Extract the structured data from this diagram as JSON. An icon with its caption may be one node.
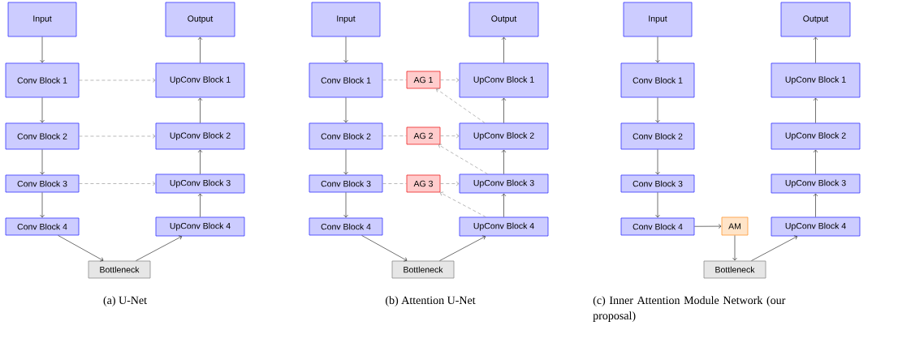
{
  "diagram": {
    "nodes": [
      {
        "text": [
          "Input"
        ]
      },
      {
        "text": [
          "Conv Block 1"
        ]
      },
      {
        "text": [
          "Conv Block 2"
        ]
      },
      {
        "text": [
          "Conv Block 3"
        ]
      },
      {
        "text": [
          "Conv Block 4"
        ]
      },
      {
        "text": [
          "Output"
        ]
      },
      {
        "text": [
          "UpConv Block 1"
        ]
      },
      {
        "text": [
          "UpConv Block 2"
        ]
      },
      {
        "text": [
          "UpConv Block 3"
        ]
      },
      {
        "text": [
          "UpConv Block 4"
        ]
      },
      {
        "text": [
          "Bottleneck"
        ]
      },
      {
        "text": [
          "Input"
        ]
      },
      {
        "text": [
          "Conv Block 1"
        ]
      },
      {
        "text": [
          "Conv Block 2"
        ]
      },
      {
        "text": [
          "Conv Block 3"
        ]
      },
      {
        "text": [
          "Conv Block 4"
        ]
      },
      {
        "text": [
          "AG 1"
        ]
      },
      {
        "text": [
          "AG 2"
        ]
      },
      {
        "text": [
          "AG 3"
        ]
      },
      {
        "text": [
          "Output"
        ]
      },
      {
        "text": [
          "UpConv Block 1"
        ]
      },
      {
        "text": [
          "UpConv Block 2"
        ]
      },
      {
        "text": [
          "UpConv Block 3"
        ]
      },
      {
        "text": [
          "UpConv Block 4"
        ]
      },
      {
        "text": [
          "Bottleneck"
        ]
      },
      {
        "text": [
          "Input"
        ]
      },
      {
        "text": [
          "Conv Block 1"
        ]
      },
      {
        "text": [
          "Conv Block 2"
        ]
      },
      {
        "text": [
          "Conv Block 3"
        ]
      },
      {
        "text": [
          "Conv Block 4"
        ]
      },
      {
        "text": [
          "AM"
        ]
      },
      {
        "text": [
          "Output"
        ]
      },
      {
        "text": [
          "UpConv Block 1"
        ]
      },
      {
        "text": [
          "UpConv Block 2"
        ]
      },
      {
        "text": [
          "UpConv Block 3"
        ]
      },
      {
        "text": [
          "UpConv Block 4"
        ]
      },
      {
        "text": [
          "Bottleneck"
        ]
      }
    ],
    "edges": [
      {
        "from": 0,
        "to": 1,
        "arrow": "to"
      },
      {
        "from": 1,
        "to": 2,
        "arrow": "to"
      },
      {
        "from": 2,
        "to": 3,
        "arrow": "to"
      },
      {
        "from": 3,
        "to": 4,
        "arrow": "to"
      },
      {
        "from": 4,
        "to": 10,
        "arrow": "to"
      },
      {
        "from": 10,
        "to": 9,
        "arrow": "to"
      },
      {
        "from": 9,
        "to": 8,
        "arrow": "to"
      },
      {
        "from": 8,
        "to": 7,
        "arrow": "to"
      },
      {
        "from": 7,
        "to": 6,
        "arrow": "to"
      },
      {
        "from": 6,
        "to": 5,
        "arrow": "to"
      },
      {
        "from": 1,
        "to": 6,
        "arrow": "to",
        "style": "dashed",
        "color": "#999999"
      },
      {
        "from": 2,
        "to": 7,
        "arrow": "to",
        "style": "dashed",
        "color": "#999999"
      },
      {
        "from": 3,
        "to": 8,
        "arrow": "to",
        "style": "dashed",
        "color": "#999999"
      },
      {
        "from": 11,
        "to": 12,
        "arrow": "to"
      },
      {
        "from": 12,
        "to": 13,
        "arrow": "to"
      },
      {
        "from": 13,
        "to": 14,
        "arrow": "to"
      },
      {
        "from": 14,
        "to": 15,
        "arrow": "to"
      },
      {
        "from": 15,
        "to": 24,
        "arrow": "to"
      },
      {
        "from": 24,
        "to": 23,
        "arrow": "to"
      },
      {
        "from": 23,
        "to": 22,
        "arrow": "to"
      },
      {
        "from": 22,
        "to": 21,
        "arrow": "to"
      },
      {
        "from": 21,
        "to": 20,
        "arrow": "to"
      },
      {
        "from": 20,
        "to": 19,
        "arrow": "to"
      },
      {
        "from": 12,
        "to": 16,
        "arrow": "none",
        "style": "dashed",
        "color": "#999999"
      },
      {
        "from": 16,
        "to": 20,
        "arrow": "to",
        "style": "dashed",
        "color": "#999999"
      },
      {
        "from": 21,
        "to": 16,
        "arrow": "to",
        "style": "dashed",
        "color": "#999999"
      },
      {
        "from": 13,
        "to": 17,
        "arrow": "none",
        "style": "dashed",
        "color": "#999999"
      },
      {
        "from": 17,
        "to": 21,
        "arrow": "to",
        "style": "dashed",
        "color": "#999999"
      },
      {
        "from": 22,
        "to": 17,
        "arrow": "to",
        "style": "dashed",
        "color": "#999999"
      },
      {
        "from": 14,
        "to": 18,
        "arrow": "none",
        "style": "dashed",
        "color": "#999999"
      },
      {
        "from": 18,
        "to": 22,
        "arrow": "to",
        "style": "dashed",
        "color": "#999999"
      },
      {
        "from": 23,
        "to": 18,
        "arrow": "to",
        "style": "dashed",
        "color": "#999999"
      },
      {
        "from": 25,
        "to": 26,
        "arrow": "to"
      },
      {
        "from": 26,
        "to": 27,
        "arrow": "to"
      },
      {
        "from": 27,
        "to": 28,
        "arrow": "to"
      },
      {
        "from": 28,
        "to": 29,
        "arrow": "to"
      },
      {
        "from": 29,
        "to": 30,
        "arrow": "to"
      },
      {
        "from": 30,
        "to": 36,
        "arrow": "to"
      },
      {
        "from": 36,
        "to": 35,
        "arrow": "to"
      },
      {
        "from": 35,
        "to": 34,
        "arrow": "to"
      },
      {
        "from": 34,
        "to": 33,
        "arrow": "to"
      },
      {
        "from": 33,
        "to": 32,
        "arrow": "to"
      },
      {
        "from": 32,
        "to": 31,
        "arrow": "to"
      }
    ],
    "labels": [
      "(a) U-Net",
      "(b) Attention U-Net",
      "(c) Inner Attention Module Network (our proposal)"
    ]
  }
}
